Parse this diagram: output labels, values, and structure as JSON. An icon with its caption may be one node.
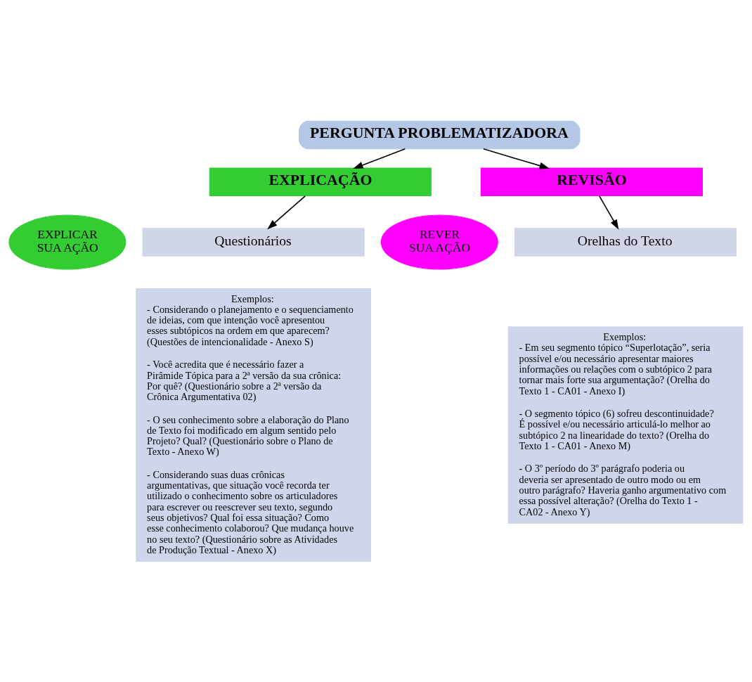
{
  "diagram": {
    "nodes": [
      {
        "text": [
          "PERGUNTA PROBLEMATIZADORA"
        ]
      },
      {
        "text": [
          "EXPLICAÇÃO"
        ]
      },
      {
        "text": [
          "REVISÃO"
        ]
      },
      {
        "text": [
          "Questionários"
        ]
      },
      {
        "text": [
          "EXPLICAR SUA AÇÃO"
        ]
      },
      {
        "text": [
          "Exemplos:",
          "- Considerando o planejamento e o sequenciamento de ideias, com que intenção você apresentou esses subtópicos na ordem em que aparecem? (Questões de intencionalidade - Anexo S)",
          "- Você acredita que é necessário fazer a Pirâmide Tópica para a 2ª versão da sua crônica: Por quê? (Questionário sobre a 2ª versão da Crônica Argumentativa 02)",
          "- O seu conhecimento sobre a elaboração do Plano de Texto foi modificado em algum sentido pelo Projeto? Qual? (Questionário sobre o Plano de Texto - Anexo W)",
          "- Considerando suas duas crônicas argumentativas, que situação você recorda ter utilizado o conhecimento sobre os articuladores para escrever ou reescrever seu texto, segundo seus objetivos? Qual foi essa situação? Como esse conhecimento colaborou? Que mudança houve no seu texto? (Questionário sobre as Atividades de Produção Textual - Anexo X)"
        ]
      },
      {
        "text": [
          "Orelhas do Texto"
        ]
      },
      {
        "text": [
          "REVER SUA AÇÃO"
        ]
      },
      {
        "text": [
          "Exemplos:",
          "- Em seu segmento tópico “Superlotação”, seria possível e/ou necessário apresentar maiores informações ou relações com o subtópico 2 para tornar mais forte sua argumentação? (Orelha do Texto 1 - CA01 - Anexo I)",
          "- O segmento tópico (6) sofreu descontinuidade? É possível e/ou necessário articulá-lo melhor ao subtópico 2 na linearidade do texto? (Orelha do Texto 1 - CA01 - Anexo M)",
          "- O 3º período do 3º parágrafo poderia ou deveria ser apresentado de outro modo ou em outro parágrafo? Haveria ganho argumentativo com essa possível alteração? (Orelha do Texto 1 - CA02 - Anexo Y)"
        ]
      }
    ],
    "edges": [
      {
        "from": 0,
        "to": 1,
        "arrow": "to"
      },
      {
        "from": 0,
        "to": 2,
        "arrow": "to"
      },
      {
        "from": 1,
        "to": 3,
        "arrow": "to"
      },
      {
        "from": 2,
        "to": 6,
        "arrow": "to"
      }
    ]
  }
}
